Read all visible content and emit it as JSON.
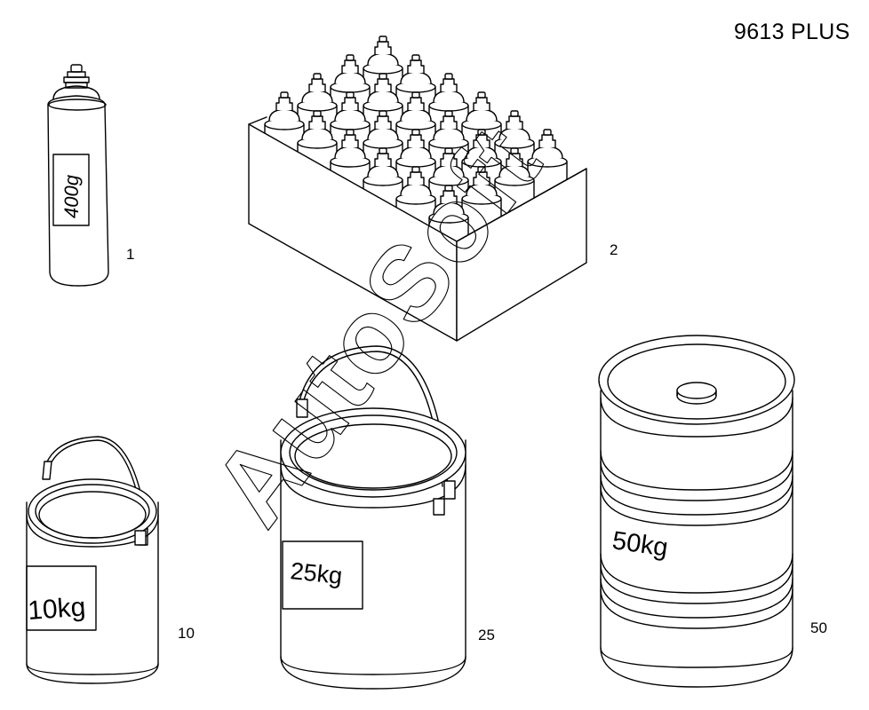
{
  "document": {
    "title": "9613 PLUS"
  },
  "watermark": {
    "text": "AutoSoft"
  },
  "items": [
    {
      "id": "1",
      "callout": "1",
      "label": "400g"
    },
    {
      "id": "2",
      "callout": "2",
      "label": ""
    },
    {
      "id": "10",
      "callout": "10",
      "label": "10kg"
    },
    {
      "id": "25",
      "callout": "25",
      "label": "25kg"
    },
    {
      "id": "50",
      "callout": "50",
      "label": "50kg"
    }
  ]
}
